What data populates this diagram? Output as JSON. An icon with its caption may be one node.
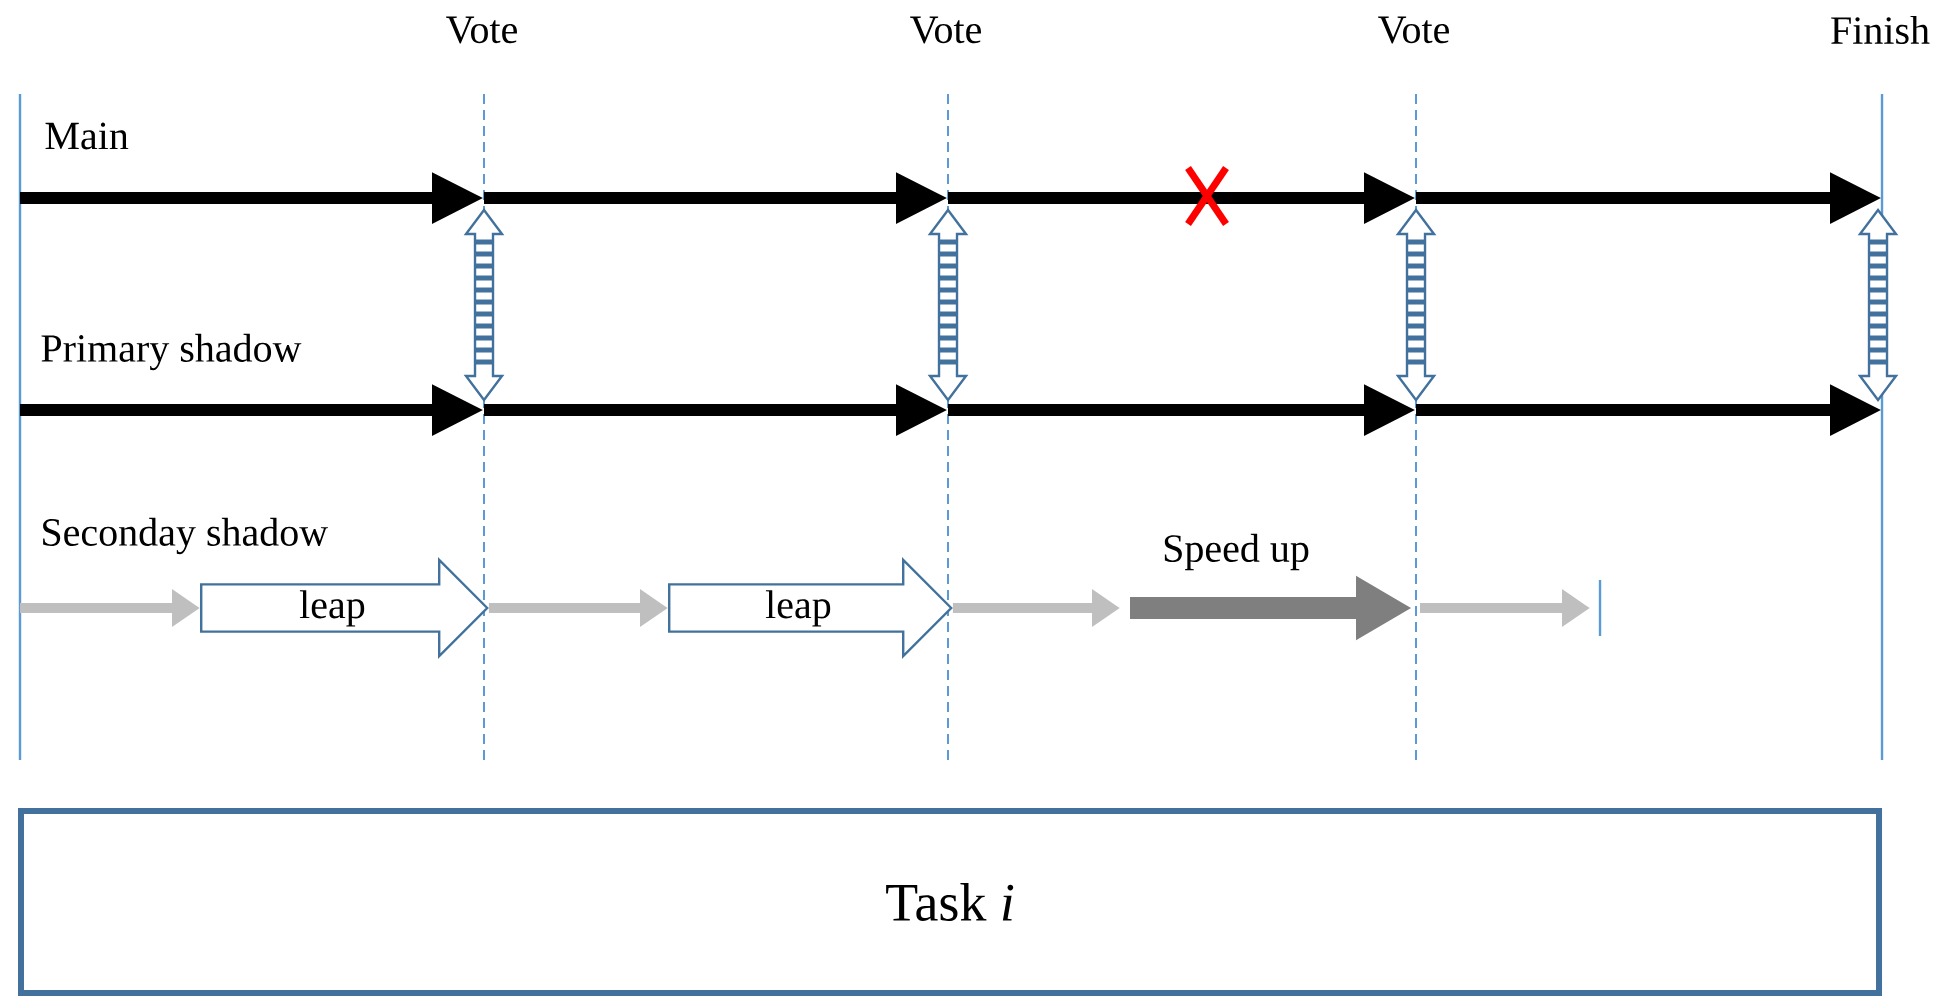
{
  "diagram": {
    "nodes": [
      {
        "text": [
          "leap"
        ]
      },
      {
        "text": [
          "leap"
        ]
      },
      {
        "text": [
          "Task *i*"
        ]
      }
    ],
    "edges": [
      {
        "from": null,
        "to": 0,
        "arrow": "to"
      },
      {
        "from": 0,
        "to": 1,
        "arrow": "to"
      },
      {
        "from": 1,
        "to": null,
        "arrow": "to"
      }
    ],
    "labels": [
      "Vote",
      "Vote",
      "Vote",
      "Finish",
      "Main",
      "Primary shadow",
      "Seconday shadow",
      "Speed up"
    ]
  }
}
